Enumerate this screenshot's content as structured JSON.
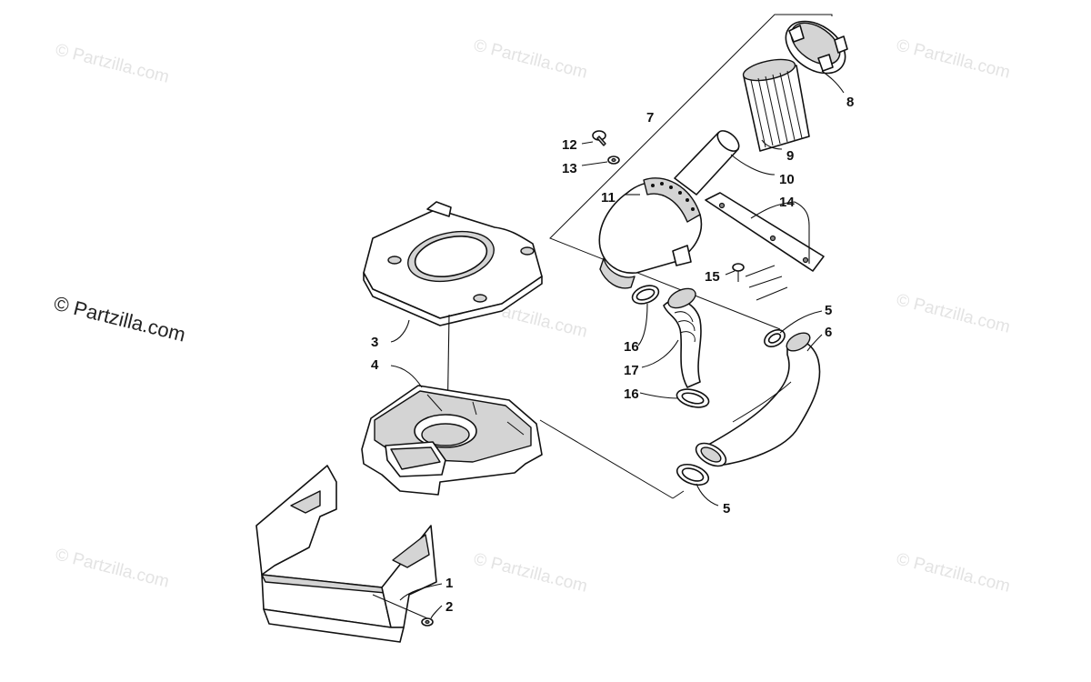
{
  "watermarks": [
    "© Partzilla.com",
    "© Partzilla.com",
    "© Partzilla.com",
    "© Partzilla.com",
    "© Partzilla.com",
    "© Partzilla.com",
    "© Partzilla.com",
    "© Partzilla.com",
    "© Partzilla.com"
  ],
  "main_watermark": "© Partzilla.com",
  "callouts": {
    "c1": "1",
    "c2": "2",
    "c3": "3",
    "c4": "4",
    "c5a": "5",
    "c5b": "5",
    "c6": "6",
    "c7": "7",
    "c8": "8",
    "c9": "9",
    "c10": "10",
    "c11": "11",
    "c12": "12",
    "c13": "13",
    "c14": "14",
    "c15": "15",
    "c16a": "16",
    "c16b": "16",
    "c17": "17"
  }
}
